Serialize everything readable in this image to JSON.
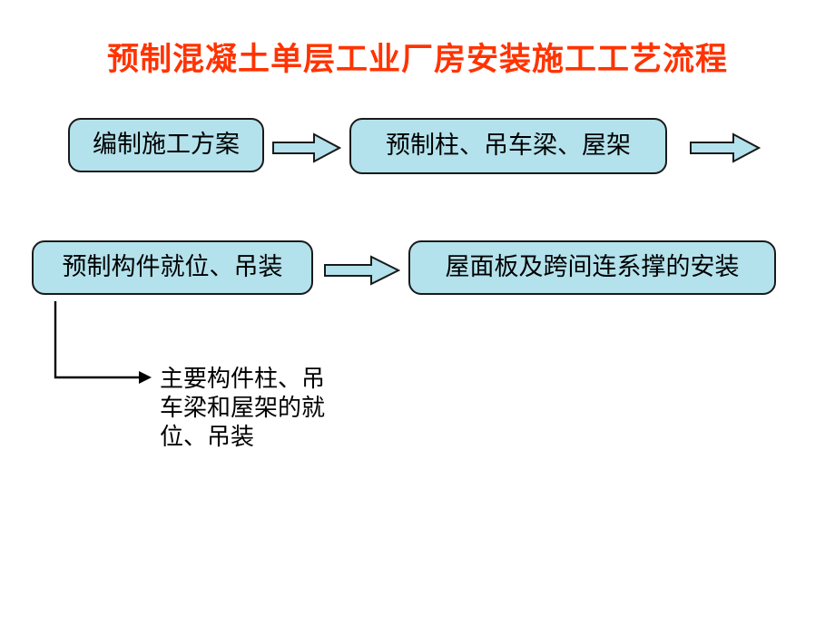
{
  "page": {
    "title": "预制混凝土单层工业厂房安装施工工艺流程",
    "background_color": "#FFFFFF",
    "title_color": "#FF3300"
  },
  "theme": {
    "box_fill": "#B3E2EC",
    "box_border": "#1A1A1A",
    "arrow_fill": "#B3E2EC",
    "arrow_border": "#1A1A1A",
    "text_color": "#000000"
  },
  "flow": {
    "nodes": [
      {
        "id": "plan",
        "label": "编制施工方案",
        "row": 1,
        "order": 1
      },
      {
        "id": "precast",
        "label": "预制柱、吊车梁、屋架",
        "row": 1,
        "order": 2
      },
      {
        "id": "position",
        "label": "预制构件就位、吊装",
        "row": 2,
        "order": 1
      },
      {
        "id": "roof",
        "label": "屋面板及跨间连系撑的安装",
        "row": 2,
        "order": 2
      }
    ],
    "arrows": [
      {
        "id": "a1",
        "type": "block-arrow",
        "direction": "right",
        "from": "plan",
        "to": "precast"
      },
      {
        "id": "a2",
        "type": "block-arrow",
        "direction": "right",
        "from": "precast",
        "to": "position"
      },
      {
        "id": "a3",
        "type": "block-arrow",
        "direction": "right",
        "from": "position",
        "to": "roof"
      },
      {
        "id": "a4",
        "type": "elbow-line-arrow",
        "direction": "down-right",
        "from": "position",
        "to": "note"
      }
    ]
  },
  "note": {
    "lines": [
      "主要构件柱、吊",
      "车梁和屋架的就",
      "位、吊装"
    ]
  }
}
